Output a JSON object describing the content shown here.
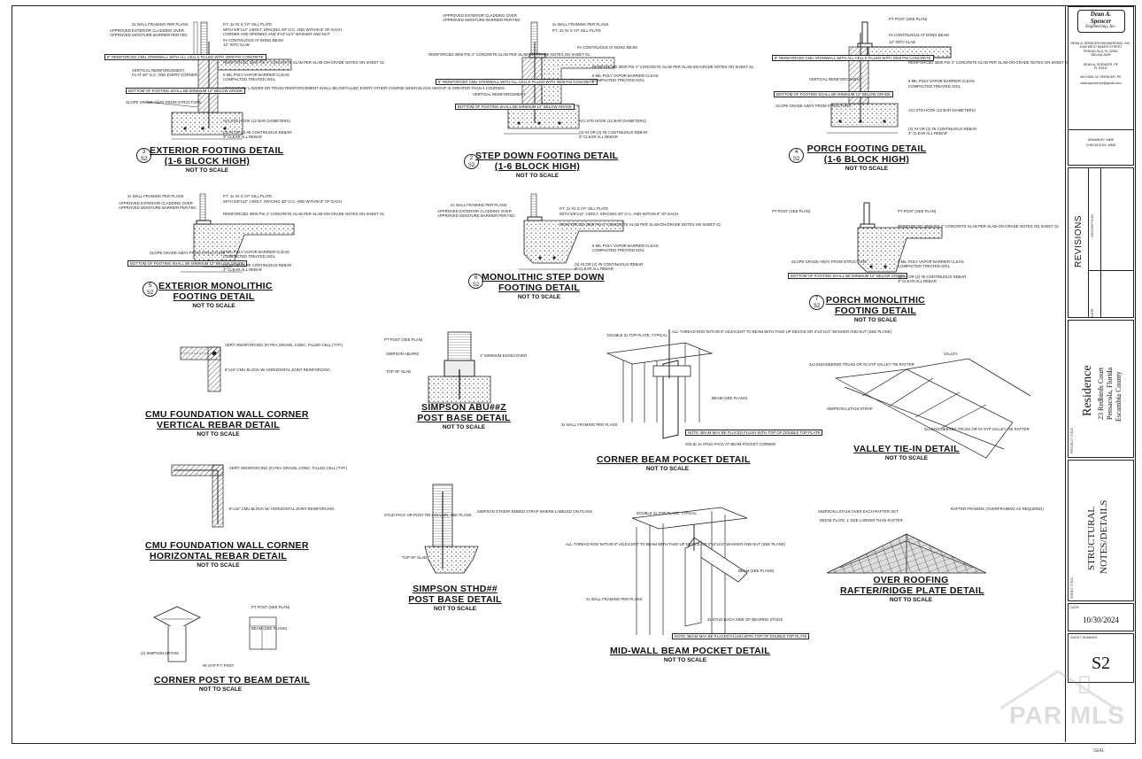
{
  "details": [
    {
      "key": "ext_footing",
      "title_lines": [
        "EXTERIOR FOOTING DETAIL",
        "(1-6 BLOCK HIGH)"
      ],
      "note": "NOT TO SCALE"
    },
    {
      "key": "step_down",
      "title_lines": [
        "STEP DOWN FOOTING DETAIL",
        "(1-6 BLOCK HIGH)"
      ],
      "note": "NOT TO SCALE"
    },
    {
      "key": "porch_footing",
      "title_lines": [
        "PORCH FOOTING DETAIL",
        "(1-6 BLOCK HIGH)"
      ],
      "note": "NOT TO SCALE"
    },
    {
      "key": "ext_mono",
      "title_lines": [
        "EXTERIOR MONOLITHIC",
        "FOOTING DETAIL"
      ],
      "note": "NOT TO SCALE"
    },
    {
      "key": "mono_step",
      "title_lines": [
        "MONOLITHIC STEP DOWN",
        "FOOTING DETAIL"
      ],
      "note": "NOT TO SCALE"
    },
    {
      "key": "porch_mono",
      "title_lines": [
        "PORCH MONOLITHIC",
        "FOOTING DETAIL"
      ],
      "note": "NOT TO SCALE"
    },
    {
      "key": "cmu_vert",
      "title_lines": [
        "CMU FOUNDATION WALL CORNER",
        "VERTICAL REBAR DETAIL"
      ],
      "note": "NOT TO SCALE"
    },
    {
      "key": "abu",
      "title_lines": [
        "SIMPSON ABU##Z",
        "POST BASE DETAIL"
      ],
      "note": "NOT TO SCALE"
    },
    {
      "key": "corner_beam",
      "title_lines": [
        "CORNER BEAM POCKET DETAIL"
      ],
      "note": "NOT TO SCALE"
    },
    {
      "key": "valley",
      "title_lines": [
        "VALLEY TIE-IN DETAIL"
      ],
      "note": "NOT TO SCALE"
    },
    {
      "key": "cmu_horiz",
      "title_lines": [
        "CMU FOUNDATION WALL CORNER",
        "HORIZONTAL REBAR DETAIL"
      ],
      "note": "NOT TO SCALE"
    },
    {
      "key": "sthd",
      "title_lines": [
        "SIMPSON STHD##",
        "POST BASE DETAIL"
      ],
      "note": "NOT TO SCALE"
    },
    {
      "key": "over_roofing",
      "title_lines": [
        "OVER ROOFING",
        "RAFTER/RIDGE PLATE DETAIL"
      ],
      "note": "NOT TO SCALE"
    },
    {
      "key": "corner_post",
      "title_lines": [
        "CORNER POST TO BEAM DETAIL"
      ],
      "note": "NOT TO SCALE"
    },
    {
      "key": "mid_wall",
      "title_lines": [
        "MID-WALL BEAM POCKET DETAIL"
      ],
      "note": "NOT TO SCALE"
    }
  ],
  "bubbles": [
    {
      "top": "3",
      "bottom": "S2"
    },
    {
      "top": "2",
      "bottom": "S2"
    },
    {
      "top": "4",
      "bottom": "S2"
    },
    {
      "top": "5",
      "bottom": "S2"
    },
    {
      "top": "6",
      "bottom": "S2"
    },
    {
      "top": "7",
      "bottom": "S2"
    }
  ],
  "annotations": {
    "wall_framing": "2x WALL FRAMING PER PLANS",
    "sill_plate": "P.T. 2x #2 S.Y.P. SILL PLATE",
    "anchor": "WITH 5/8\"x12\" J-BOLT, SPACING 48\" O.C. AND WITHIN 8\" OF EACH",
    "anchor2": "CORNER AND OPENING AND 3\"x3\"x1/4\" WASHER AND NUT",
    "cladding": "APPROVED EXTERIOR CLADDING OVER",
    "barrier": "APPROVED MOISTURE BARRIER PER FBC",
    "cont_bond_beam": "#4 CONTINUOUS AT BOND BEAM",
    "into_slab": "12\" INTO SLAB",
    "reinforced_cmu": "8\" REINFORCED CMU STEMWALL WITH ALL CELLS FILLED WITH 3000 PSI CONCRETE",
    "slab": "REINFORCED 3000 PSI 4\" CONCRETE SLAB PER SLAB-ON-GRADE NOTES ON SHEET S1",
    "vertical": "VERTICAL REINFORCEMENT",
    "vertical2": "#4 AT 48\" O.C. AND EVERY CORNER",
    "vapor": "6 MIL POLY VAPOR BARRIER CLEAN",
    "soil": "COMPACTED TREATED SOIL",
    "ladder": "HEAVY DUTY LADDER OR TRUSS REINFORCEMENT SHALL BE INSTALLED EVERY OTHER COURSE WHEN BLOCK HEIGHT IS GREATER THAN 4 COURSES",
    "bottom_footing": "BOTTOM OF FOOTING SHALL BE MINIMUM 12\" BELOW GRADE",
    "slope": "SLOPE GRADE AWAY FROM STRUCTURE",
    "hook": "ACI STD HOOK (12 BAR DIAMETERS)",
    "rebar": "(3) #4 OR (2) #5 CONTINUOUS REBAR",
    "clear": "3\" CLEAR ALL REBAR",
    "simpson_abu": "SIMPSON ABU##Z",
    "pt_post": "PT POST (SEE PLAN)",
    "edge": "1\" MINIMUM EDGECOVER",
    "top_slab": "TOP OF SLAB",
    "double_top": "DOUBLE 2x TOP PLATE, TYPICAL",
    "all_thread": "ALL-THREAD ROD WITHIN 8\" ADJACENT TO BEAM WITH TAKE-UP DEVICE OR 3\"x3\"x1/4\" WASHER AND NUT (SEE PLANS)",
    "beam": "BEAM (SEE PLANS)",
    "stud_pack": "SOLID 2x STUD PACK AT BEAM POCKET CORNER",
    "valley": "VALLEY",
    "engineered_truss": "2x4 ENGINEERED TRUSS OR #2 SYP VALLEY TIE RAFTER",
    "strap": "SIMPSON LSTA18 STRAP",
    "cmu_block": "8\"x16\" CMU BLOCK W/ HORIZONTAL JOINT REINFORCING",
    "vert_reinf": "VERT. REINFORCING (#) PEA GRAVEL CONC. FILLED CELL (TYP.)",
    "sthd_strap": "SIMPSON STHD## EMBED STRAP WHERE LABELED ON PLANS",
    "stud_post": "STUD PACK OR POST OR COLUMN, SEE PLANS",
    "rafter": "RAFTER FRAMING (OVERFRAMING AS REQUIRED)",
    "ridge_plate": "RIDGE PLATE: 1 SIZE LARGER THAN RAFTER",
    "blocking": "SIMPSON LSTA18 OVER EACH RAFTER SET",
    "mstam": "(2) SIMPSON MSTAM",
    "post_syp": "#6 SYP P.T. POST",
    "beam_note": "NOTE: BEAM MAY BE PLACED FLUSH WITH TOP OF DOUBLE TOP PLATE",
    "two_by_stud": "2x STUD EACH SIDE OF BEARING STUDS"
  },
  "title_block": {
    "firm_logo_line1": "Dean A.",
    "firm_logo_line2": "Spencer",
    "firm_logo_line3": "Engineering, Inc.",
    "firm_address": "DEAN A. SPENCER ENGINEERING, INC.",
    "firm_address2": "1000 WEST BAKER STREET",
    "firm_address3": "PENSACOLA, FL 32501",
    "firm_phone": "850.444.3939",
    "engineer": "DEAN A. SPENCER, PE",
    "engineer2": "FL 54311",
    "engineer3": "MICHAEL W. SPENCER, PE",
    "email": "www.spencer.pe@gmail.com",
    "drawn_by": "DRAWN BY: MMS",
    "checked_by": "CHECKED BY: MMS",
    "revisions_label": "REVISIONS",
    "description_label": "DESCRIPTION",
    "date_label": "DATE",
    "project_label": "PROJECT TITLE:",
    "project_title": "Residence",
    "project_address": "23 Redbirds Court",
    "project_city": "Pensacola, Florida",
    "project_county": "Escambia County",
    "sheet_title_label": "SHEET TITLE:",
    "sheet_title_line1": "STRUCTURAL",
    "sheet_title_line2": "NOTES/DETAILS",
    "date_small": "DATE:",
    "date": "10/30/2024",
    "sheet_number_label": "SHEET NUMBER:",
    "sheet_number": "S2"
  },
  "watermark_text": "PAR MLS",
  "footer_text": "SEAL"
}
